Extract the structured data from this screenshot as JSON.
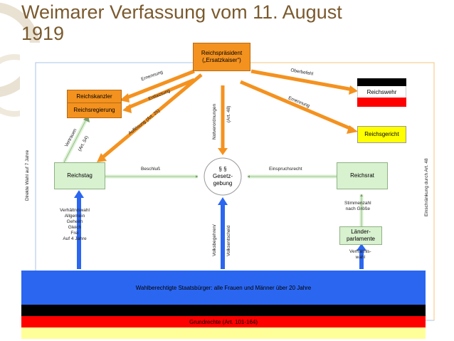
{
  "slide": {
    "title": "Weimarer Verfassung vom 11. August\n1919"
  },
  "boxes": {
    "reichspraesident": "Reichspräsident\n(„Ersatzkaiser“)",
    "reichskanzler": "Reichskanzler",
    "reichsregierung": "Reichsregierung",
    "reichswehr": "Reichswehr",
    "reichsgericht": "Reichsgericht",
    "reichstag": "Reichstag",
    "reichsrat": "Reichsrat",
    "gesetzgebung": "§ §\nGesetz-\ngebung",
    "laenderparlamente": "Länder-\nparlamente"
  },
  "bands": {
    "wahlberechtigte": "Wahlberechtigte Staatsbürger: alle Frauen und Männer über 20 Jahre",
    "grundrechte": "Grundrechte (Art. 101-164)"
  },
  "labels": {
    "ernennung1": "Ernennung",
    "entlassung": "Entlassung",
    "aufloesung": "Auflösung (Art. 25)",
    "vertrauen": "Vertrauen",
    "art54": "(Art. 54)",
    "notverordnungen": "Notverordnungen",
    "art48": "(Art. 48)",
    "oberbefehl": "Oberbefehl",
    "ernennung2": "Ernennung",
    "beschluss": "Beschluß",
    "einspruchsrecht": "Einspruchsrecht",
    "direkte_wahl": "Direkte Wahl auf 7 Jahre",
    "einschraenkung": "Einschränkung durch Art. 48",
    "wahlrecht": "Verhältniswahl\nAllgemein\nGeheim\nGleich\nFrei\nAuf 4 Jahre",
    "volksbegehren": "Volksbegehren/",
    "volksentscheid": "Volksentscheid",
    "stimmenzahl": "Stimmenzahl\nnach Größe",
    "verhaeltniswahl": "Verhältnis-\nwahl"
  },
  "colors": {
    "orange": "#f4921f",
    "green": "#d8f1cf",
    "blue": "#2b66f0",
    "black": "#000000",
    "red": "#ff0000",
    "gold": "#ffff99",
    "yellow": "#ffff00"
  }
}
